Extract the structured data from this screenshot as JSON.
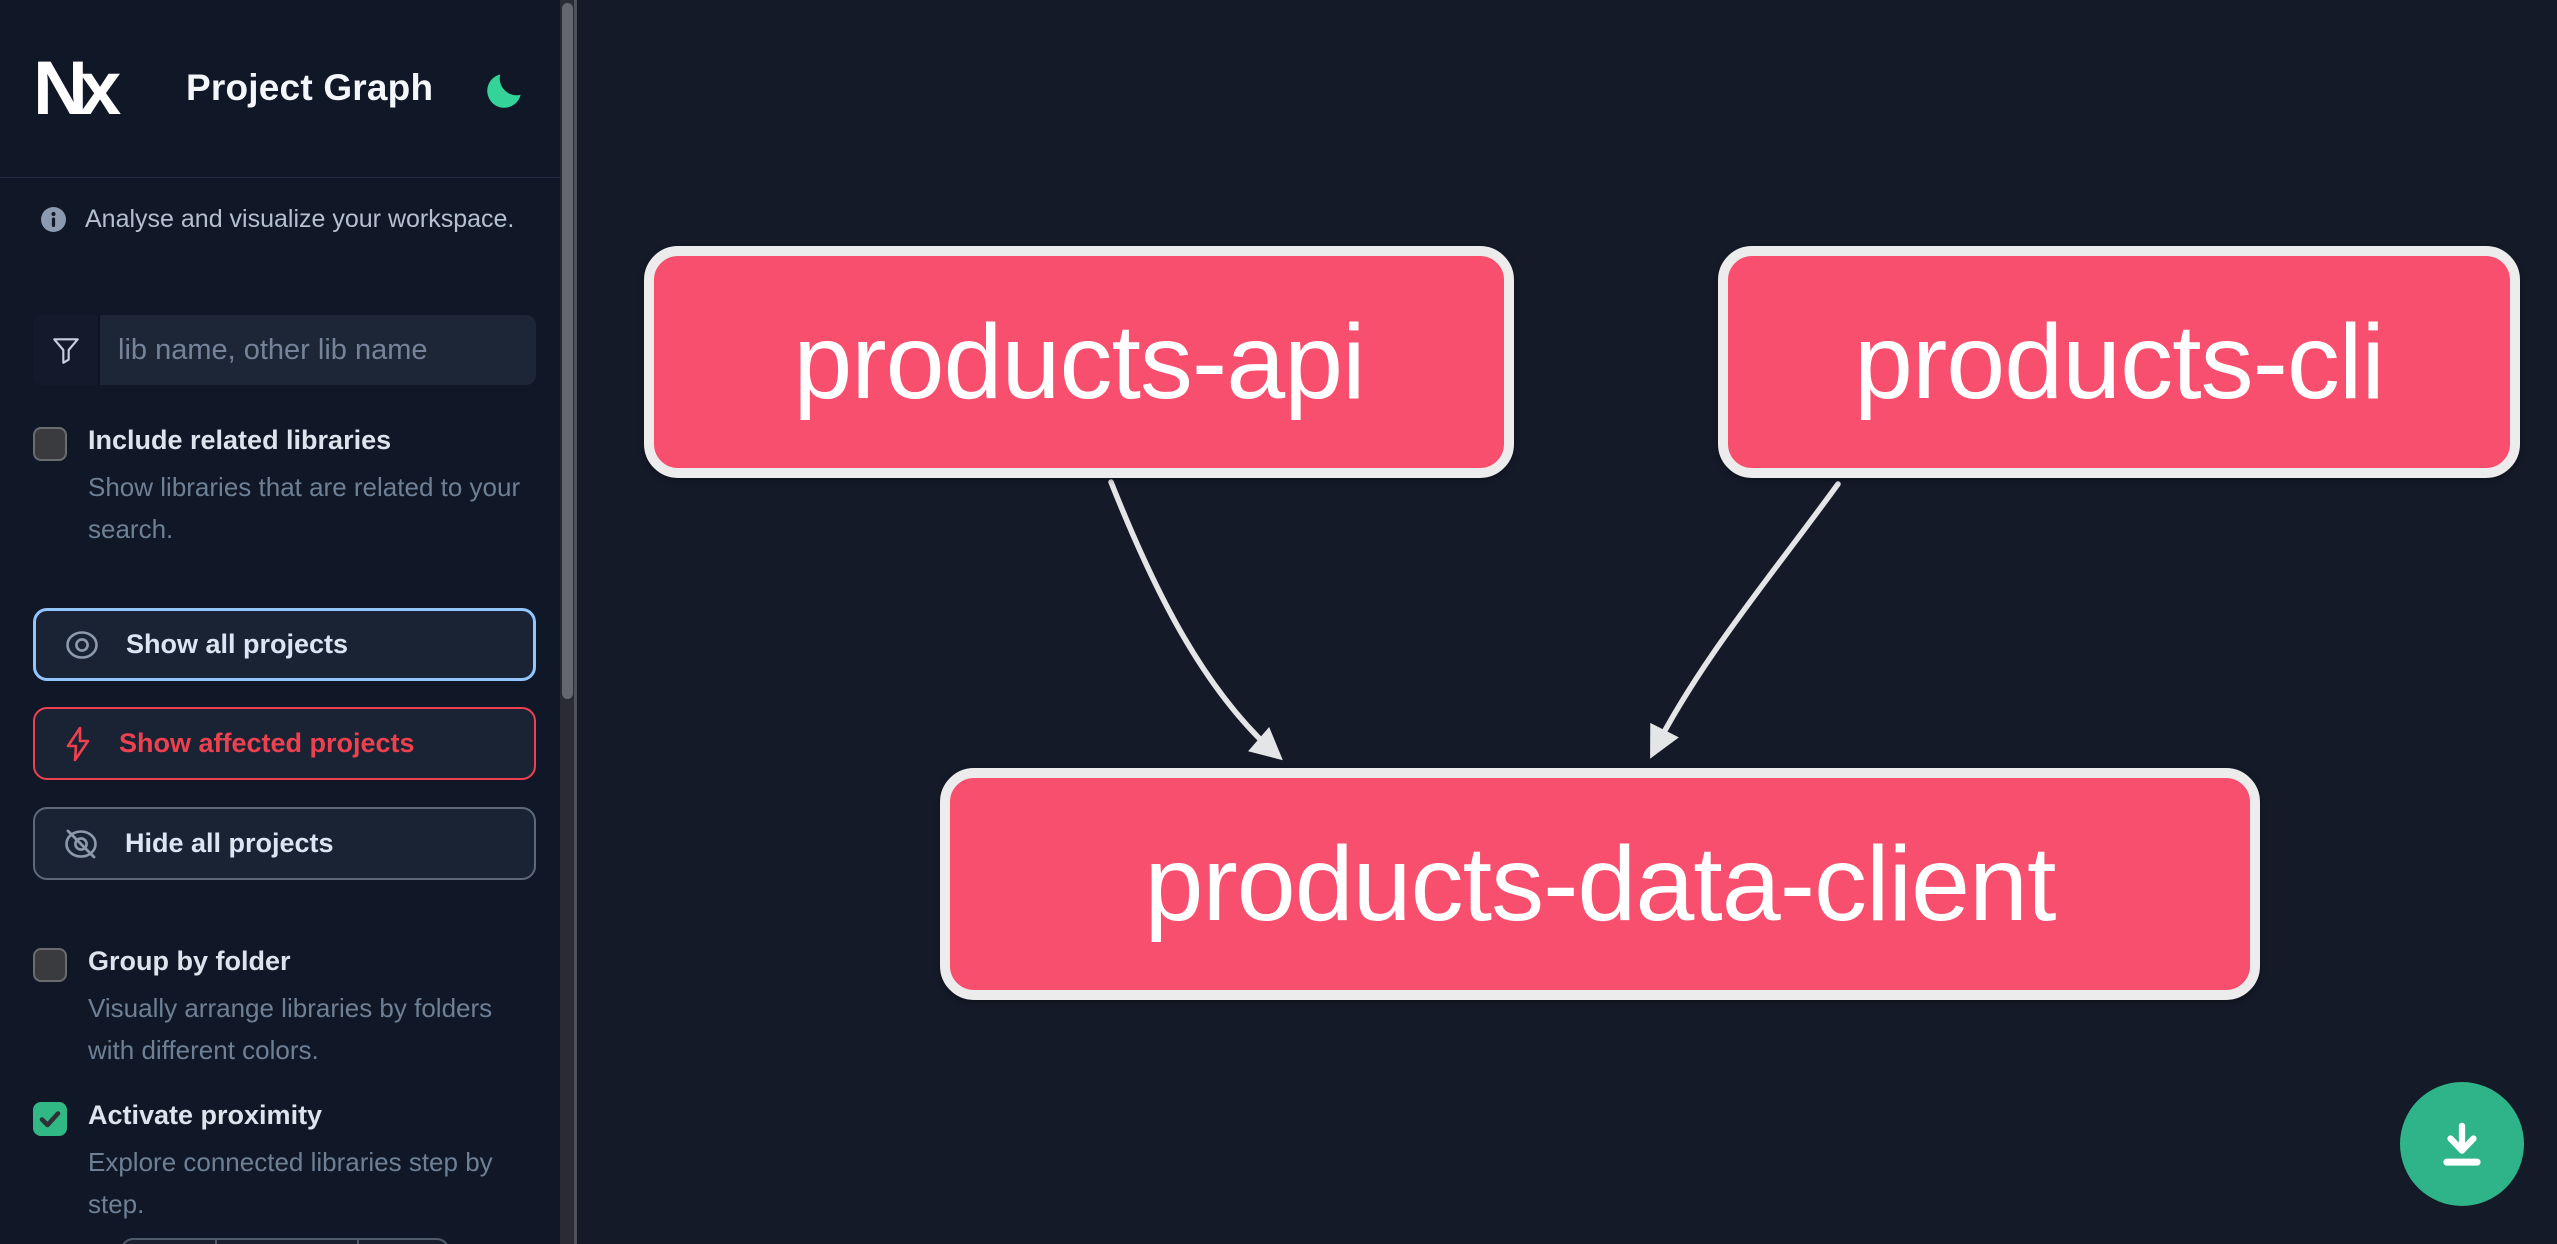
{
  "header": {
    "title": "Project Graph",
    "logo_text": "Nx"
  },
  "sidebar": {
    "tagline": "Analyse and visualize your workspace.",
    "search": {
      "placeholder": "lib name, other lib name",
      "value": "",
      "icon": "funnel-icon"
    },
    "toggles": [
      {
        "label": "Include related libraries",
        "description": "Show libraries that are related to your search.",
        "checked": false
      },
      {
        "label": "Group by folder",
        "description": "Visually arrange libraries by folders with different colors.",
        "checked": false
      },
      {
        "label": "Activate proximity",
        "description": "Explore connected libraries step by step.",
        "checked": true
      }
    ],
    "buttons": [
      {
        "label": "Show all projects",
        "icon": "eye-icon",
        "variant": "blue-focus"
      },
      {
        "label": "Show affected projects",
        "icon": "lightning-icon",
        "variant": "red-affected"
      },
      {
        "label": "Hide all projects",
        "icon": "eye-off-icon",
        "variant": "gray"
      }
    ]
  },
  "graph": {
    "nodes": [
      {
        "label": "products-api"
      },
      {
        "label": "products-cli"
      },
      {
        "label": "products-data-client"
      }
    ],
    "edges": [
      {
        "source": "products-api",
        "target": "products-data-client"
      },
      {
        "source": "products-cli",
        "target": "products-data-client"
      }
    ]
  },
  "actions": {
    "download": "download-icon",
    "theme": "moon-icon"
  },
  "colors": {
    "canvas_bg": "#141a28",
    "sidebar_bg": "#101726",
    "node_fill": "#f94f6e",
    "node_border": "#ececec",
    "edge": "#e4e5e7",
    "accent_green": "#30b984",
    "moon_green": "#34d399",
    "focus_blue": "#93c5fd",
    "affected_red": "#ee4150",
    "download_green": "#2eb488"
  }
}
